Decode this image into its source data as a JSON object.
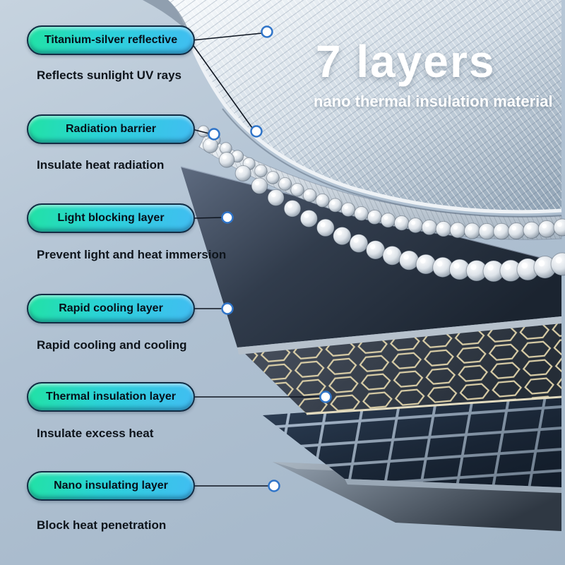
{
  "title": {
    "heading": "7 layers",
    "subheading": "nano thermal insulation material"
  },
  "layers": [
    {
      "label": "Titanium-silver reflective",
      "description": "Reflects sunlight UV rays"
    },
    {
      "label": "Radiation barrier",
      "description": "Insulate heat radiation"
    },
    {
      "label": "Light blocking layer",
      "description": "Prevent light and heat immersion"
    },
    {
      "label": "Rapid cooling layer",
      "description": "Rapid cooling and cooling"
    },
    {
      "label": "Thermal insulation layer",
      "description": "Insulate excess heat"
    },
    {
      "label": "Nano insulating layer",
      "description": "Block heat penetration"
    }
  ],
  "colors": {
    "background": "#b0c1d2",
    "pill_gradient_left": "#21e2a4",
    "pill_gradient_right": "#41bdf2",
    "pill_border": "#122c44",
    "title_text": "#ffffff",
    "marker_ring": "#2f74c8"
  }
}
